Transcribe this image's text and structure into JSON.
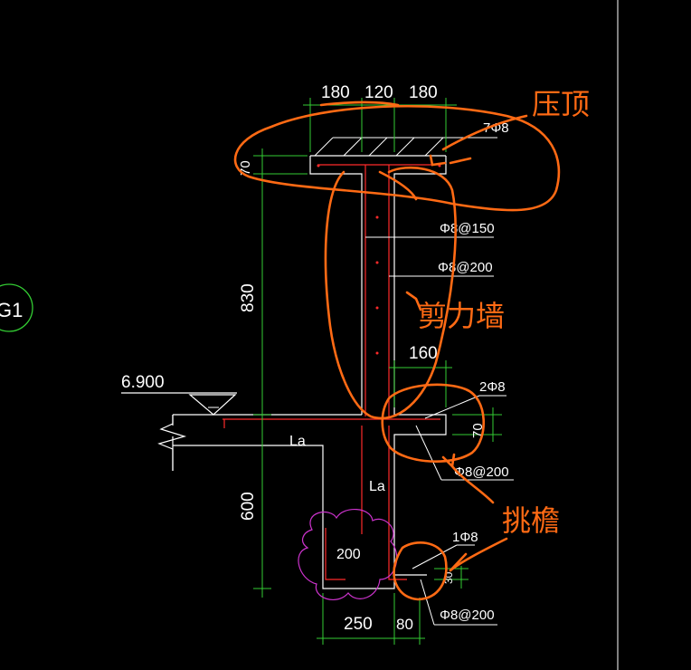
{
  "colors": {
    "background": "#000000",
    "outline": "#ffffff",
    "dimension": "#33cc33",
    "rebar": "#ff2a2a",
    "annotation": "#ff6a14",
    "cloud": "#cc33cc",
    "axis_bubble": "#33cc33"
  },
  "dimensions": {
    "top_left": "180",
    "top_mid": "120",
    "top_right": "180",
    "wall_height": "830",
    "cap_height": "70",
    "ledge_width": "160",
    "ledge_height": "70",
    "lower_height": "600",
    "bottom_left": "250",
    "bottom_right": "80",
    "footing_inner": "200",
    "stub_height": "30"
  },
  "rebar_labels": {
    "cap_top": "7Φ8",
    "wall_horizontal": "Φ8@150",
    "wall_vertical": "Φ8@200",
    "ledge_long": "2Φ8",
    "ledge_stirrup": "Φ8@200",
    "footing_bar": "1Φ8",
    "footing_stirrup": "Φ8@200"
  },
  "anchor_labels": {
    "left": "La",
    "center": "La"
  },
  "elevation": "6.900",
  "axis_bubble": "G1",
  "annotations": {
    "cap": "压顶",
    "wall": "剪力墙",
    "overhang": "挑檐"
  },
  "icons": {
    "elevation_marker": "triangle-elevation-icon",
    "break_line": "zigzag-break-icon"
  }
}
